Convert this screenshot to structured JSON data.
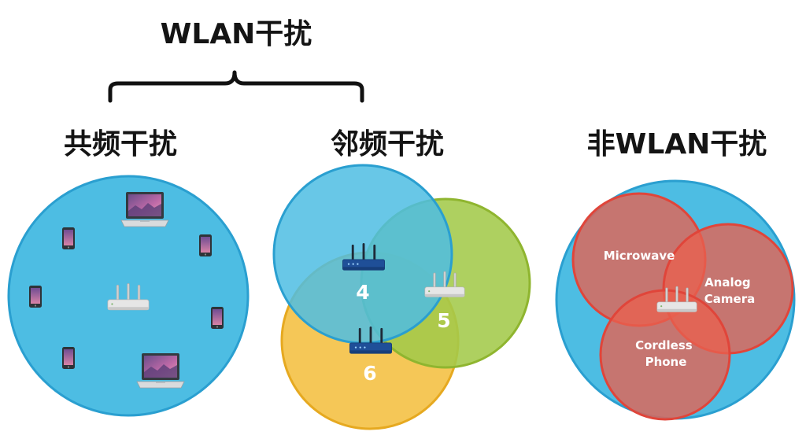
{
  "title": "WLAN干扰",
  "sections": [
    {
      "label": "共频干扰"
    },
    {
      "label": "邻频干扰"
    },
    {
      "label": "非WLAN干扰"
    }
  ],
  "adjacent_channels": [
    "4",
    "5",
    "6"
  ],
  "non_wlan_sources": [
    {
      "lines": [
        "Microwave"
      ]
    },
    {
      "lines": [
        "Analog",
        "Camera"
      ]
    },
    {
      "lines": [
        "Cordless",
        "Phone"
      ]
    }
  ],
  "colors": {
    "cell_blue": "#4dbde3",
    "cell_border": "#2a9fd0",
    "green": "#a3c94a",
    "yellow": "#f4c145",
    "red": "#e8604f",
    "ap_white": "#e6e6e6",
    "ap_dark": "#1f4f98"
  },
  "icons": [
    "bracket",
    "laptop-icon",
    "phone-icon",
    "access-point-icon",
    "router-icon"
  ]
}
